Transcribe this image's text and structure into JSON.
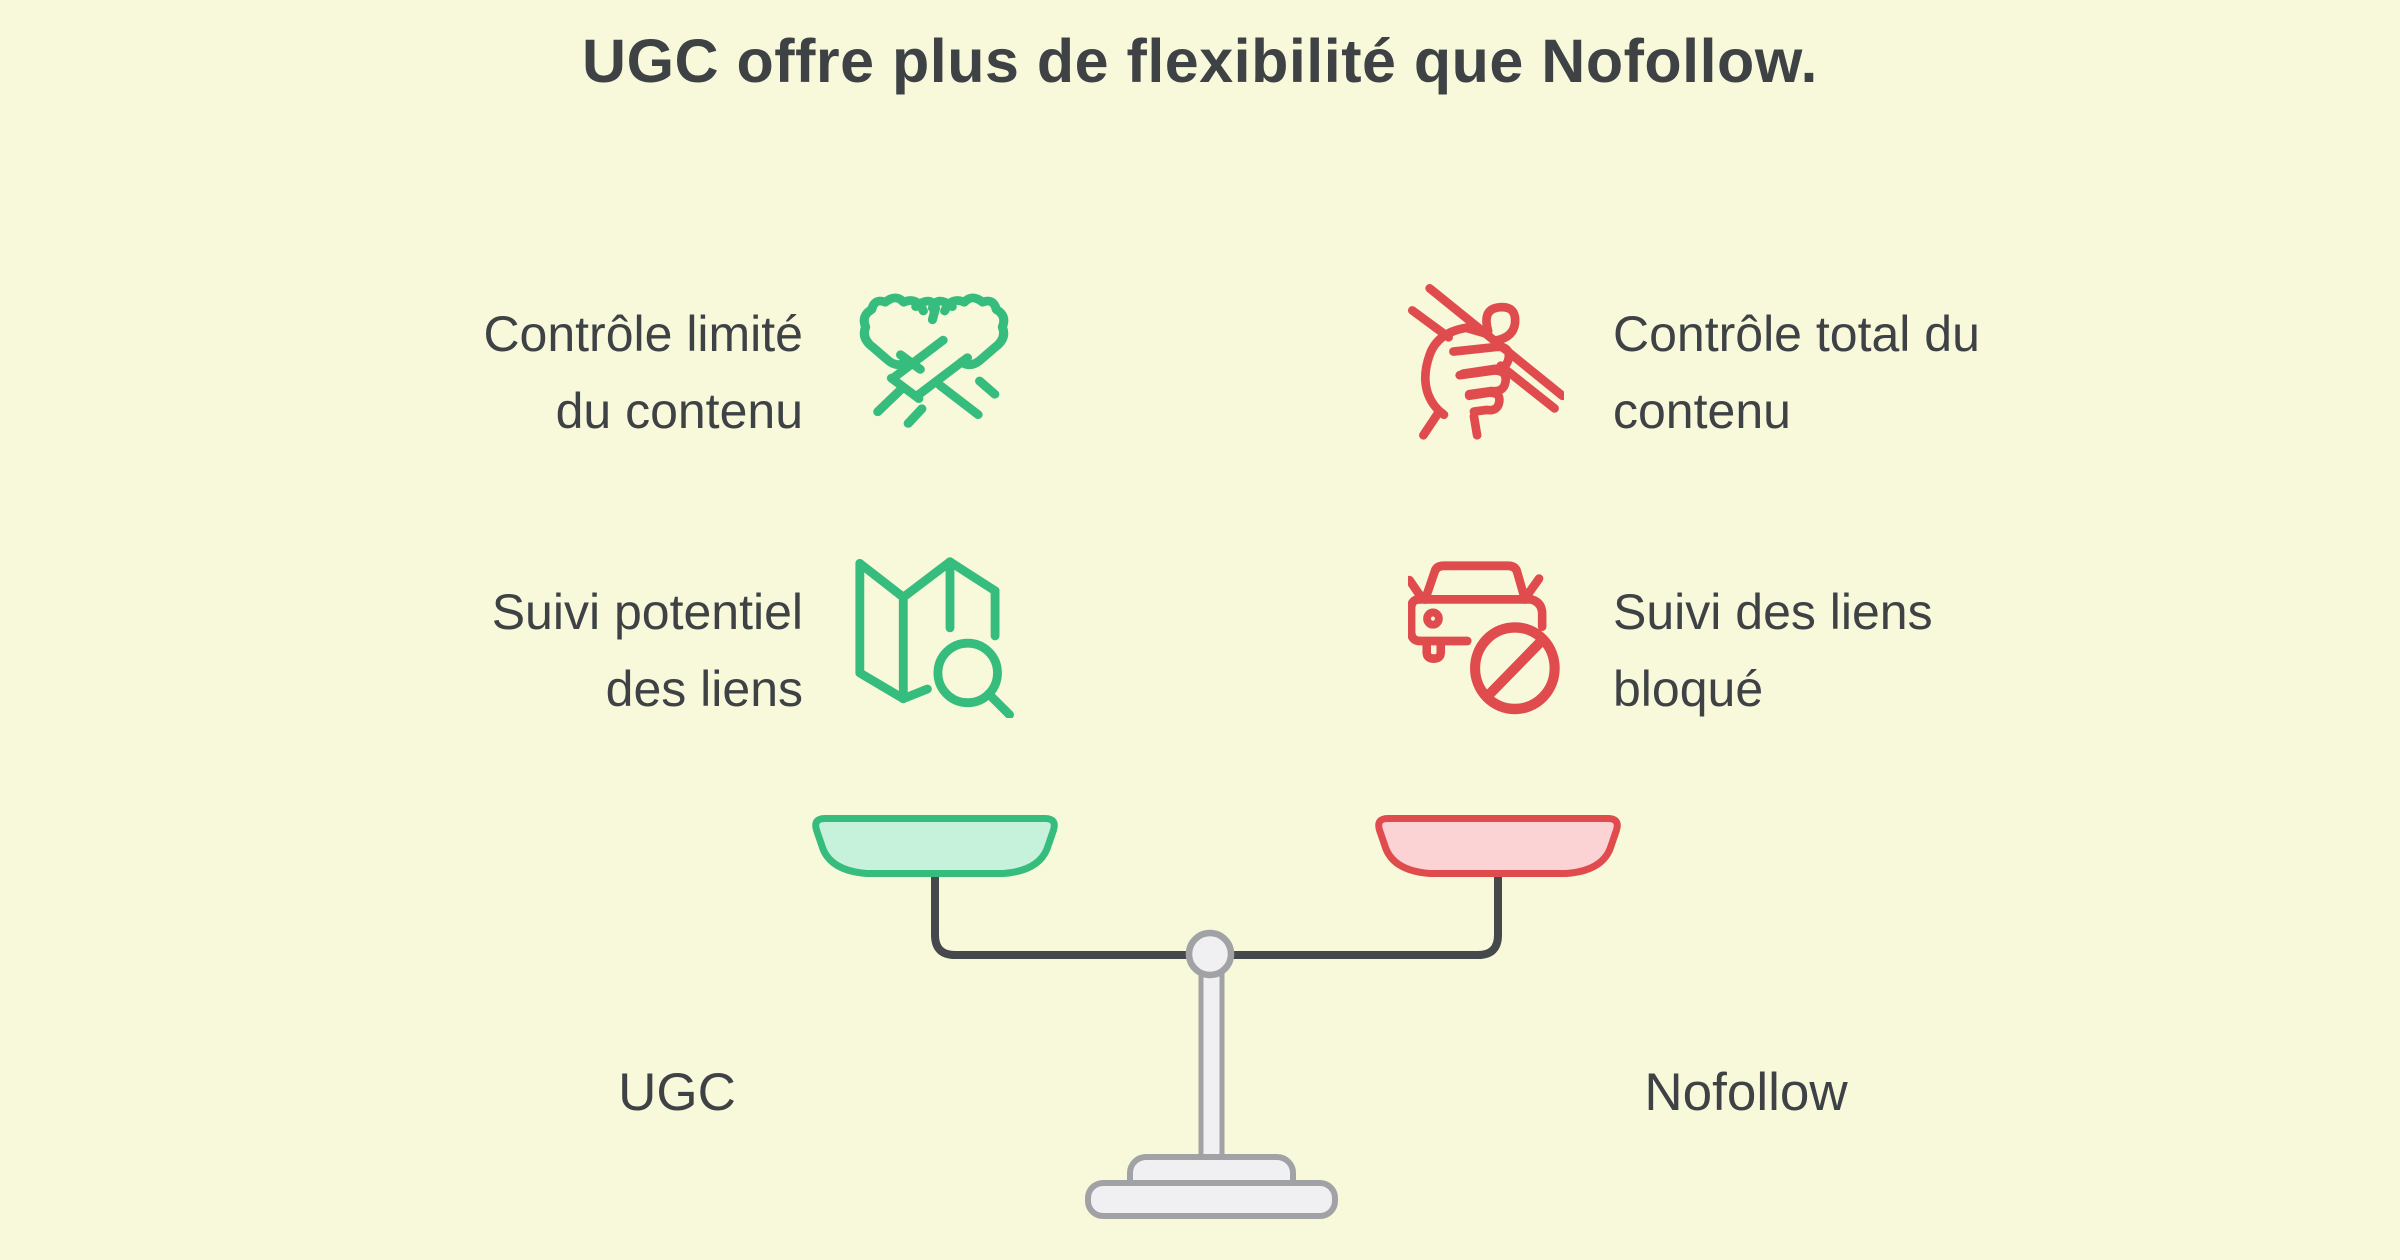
{
  "title": "UGC offre plus de flexibilité que Nofollow.",
  "features": {
    "ugc": [
      {
        "label": "Contrôle limité\ndu contenu",
        "icon": "crossed-fists-icon"
      },
      {
        "label": "Suivi potentiel\ndes liens",
        "icon": "map-search-icon"
      }
    ],
    "nofollow": [
      {
        "label": "Contrôle total du\ncontenu",
        "icon": "chopsticks-hand-icon"
      },
      {
        "label": "Suivi des liens\nbloqué",
        "icon": "car-blocked-icon"
      }
    ]
  },
  "scale": {
    "left_label": "UGC",
    "right_label": "Nofollow",
    "left_pan_color": "#36bd7d",
    "right_pan_color": "#e04c4e"
  },
  "colors": {
    "bg": "#f7f9da",
    "ink": "#3e4245",
    "green": "#36bd7d",
    "green_fill": "#c6f2dc",
    "red": "#e04c4e",
    "red_fill": "#fbd3d5",
    "beam": "#46494b",
    "metal": "#a0a2a5",
    "metal_fill": "#f0f0f3"
  }
}
